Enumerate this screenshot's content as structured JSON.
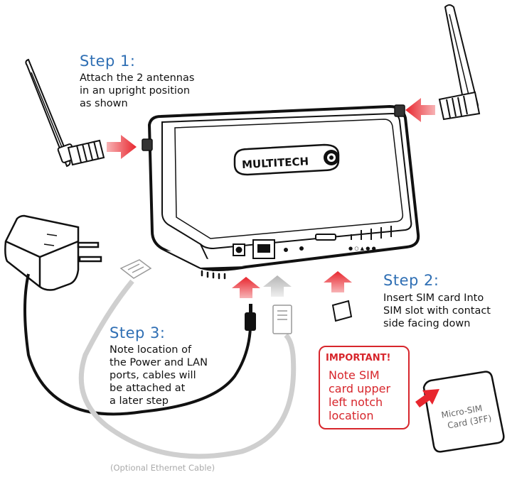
{
  "steps": {
    "step1": {
      "title": "Step 1:",
      "text": "Attach the 2 antennas\nin an upright position\nas shown"
    },
    "step2": {
      "title": "Step 2:",
      "text": "Insert SIM card Into\nSIM slot with contact\nside facing down"
    },
    "step3": {
      "title": "Step 3:",
      "text": "Note location of\nthe Power and LAN\nports, cables will\nbe attached at\na later step"
    }
  },
  "important": {
    "heading": "IMPORTANT!",
    "text": "Note SIM\ncard upper\nleft notch\nlocation"
  },
  "device": {
    "brand": "MULTITECH"
  },
  "sim_card_label": "Micro-SIM\nCard (3FF)",
  "footnote": "(Optional Ethernet Cable)",
  "colors": {
    "step_blue": "#2f6fb4",
    "arrow_red": "#e8262e",
    "important_red": "#d7262c",
    "cable_gray": "#cfcfcf"
  }
}
